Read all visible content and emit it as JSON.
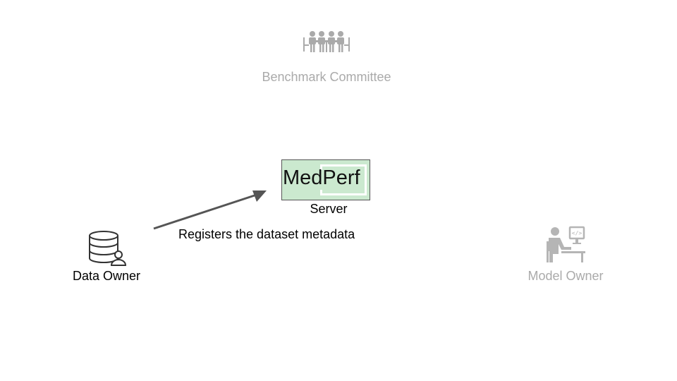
{
  "actors": {
    "committee": {
      "label": "Benchmark Committee",
      "icon": "meeting-group-icon",
      "color": "#aaaaaa"
    },
    "data_owner": {
      "label": "Data Owner",
      "icon": "database-user-icon",
      "color": "#000000"
    },
    "model_owner": {
      "label": "Model Owner",
      "icon": "developer-desk-icon",
      "color": "#aaaaaa"
    }
  },
  "server": {
    "logo_text": "MedPerf",
    "label": "Server",
    "fill_color": "#cbe9cf"
  },
  "flow": {
    "label": "Registers the dataset metadata",
    "arrow_color": "#555555"
  }
}
